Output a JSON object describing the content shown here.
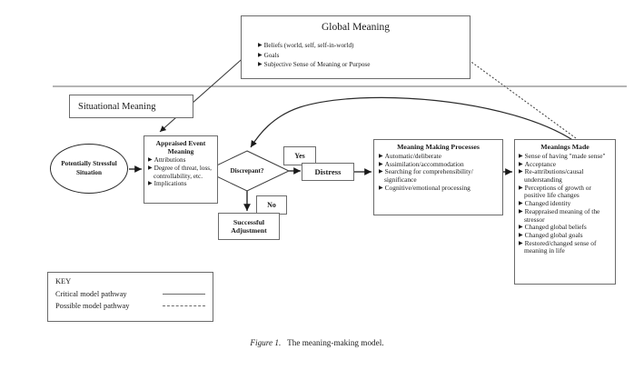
{
  "figure": {
    "label": "Figure 1.",
    "caption": "The meaning-making model."
  },
  "global_meaning": {
    "title": "Global Meaning",
    "bullets": [
      "Beliefs (world, self, self-in-world)",
      "Goals",
      "Subjective Sense of Meaning or Purpose"
    ]
  },
  "situational_meaning": {
    "label": "Situational Meaning"
  },
  "stressful_situation": {
    "label": "Potentially Stressful Situation"
  },
  "appraised_event": {
    "title": "Appraised Event Meaning",
    "bullets": [
      "Attributions",
      "Degree of threat, loss, controllability, etc.",
      "Implications"
    ]
  },
  "discrepant": {
    "label": "Discrepant?",
    "yes_label": "Yes",
    "no_label": "No"
  },
  "distress": {
    "label": "Distress"
  },
  "successful_adjustment": {
    "label": "Successful Adjustment"
  },
  "meaning_making": {
    "title": "Meaning Making Processes",
    "bullets": [
      "Automatic/deliberate",
      "Assimilation/accommodation",
      "Searching for comprehensibility/ significance",
      "Cognitive/emotional processing"
    ]
  },
  "meanings_made": {
    "title": "Meanings Made",
    "bullets": [
      "Sense of having \"made sense\"",
      "Acceptance",
      "Re-attributions/causal understanding",
      "Perceptions of growth or positive life changes",
      "Changed identity",
      "Reappraised meaning of the stressor",
      "Changed global beliefs",
      "Changed global goals",
      "Restored/changed sense of meaning in life"
    ]
  },
  "key": {
    "title": "KEY",
    "rows": [
      {
        "label": "Critical model pathway",
        "style": "solid"
      },
      {
        "label": "Possible model pathway",
        "style": "dashed"
      }
    ]
  },
  "colors": {
    "line": "#6b6b6b",
    "arrow": "#1a1a1a",
    "text": "#1a1a1a",
    "background": "#ffffff"
  }
}
